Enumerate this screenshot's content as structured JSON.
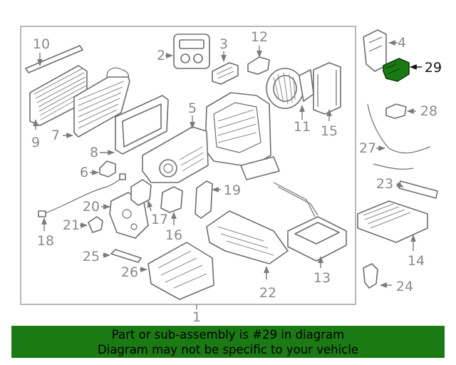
{
  "diagram": {
    "highlighted_part": "29",
    "highlight_color": "#1c7a14",
    "callouts": [
      "1",
      "2",
      "3",
      "4",
      "5",
      "6",
      "7",
      "8",
      "9",
      "10",
      "11",
      "12",
      "13",
      "14",
      "15",
      "16",
      "17",
      "18",
      "19",
      "20",
      "21",
      "22",
      "23",
      "24",
      "25",
      "26",
      "27",
      "28",
      "29"
    ]
  },
  "banner": {
    "line1": "Part or sub-assembly is #29 in diagram",
    "line2": "Diagram may not be specific to your vehicle",
    "color": "#1c7a14"
  }
}
